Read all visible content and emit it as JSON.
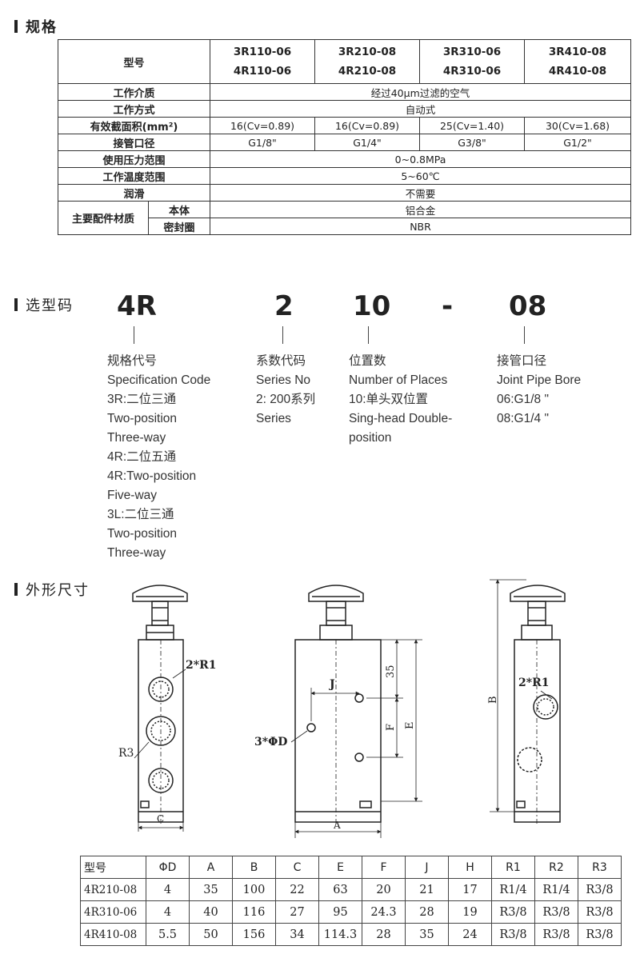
{
  "sections": {
    "spec": "规格",
    "selection": "选型码",
    "dimensions": "外形尺寸"
  },
  "spec_table": {
    "model_header": "型号",
    "models": [
      [
        "3R110-06",
        "4R110-06"
      ],
      [
        "3R210-08",
        "4R210-08"
      ],
      [
        "3R310-06",
        "4R310-06"
      ],
      [
        "3R410-08",
        "4R410-08"
      ]
    ],
    "rows": {
      "medium": {
        "label": "工作介质",
        "value": "经过40μm过滤的空气"
      },
      "mode": {
        "label": "工作方式",
        "value": "自动式"
      },
      "area": {
        "label": "有效截面积(mm²)",
        "values": [
          "16(Cv=0.89)",
          "16(Cv=0.89)",
          "25(Cv=1.40)",
          "30(Cv=1.68)"
        ]
      },
      "port": {
        "label": "接管口径",
        "values": [
          "G1/8\"",
          "G1/4\"",
          "G3/8\"",
          "G1/2\""
        ]
      },
      "pressure": {
        "label": "使用压力范围",
        "value": "0~0.8MPa"
      },
      "temperature": {
        "label": "工作温度范围",
        "value": "5~60℃"
      },
      "lubrication": {
        "label": "润滑",
        "value": "不需要"
      },
      "material": {
        "label": "主要配件材质",
        "body_label": "本体",
        "body_value": "铝合金",
        "seal_label": "密封圈",
        "seal_value": "NBR"
      }
    }
  },
  "selection_code": {
    "parts": [
      "4R",
      "2",
      "10",
      "-",
      "08"
    ],
    "col1": [
      "规格代号",
      "Specification Code",
      "3R:二位三通",
      "Two-position",
      "Three-way",
      "4R:二位五通",
      "4R:Two-position",
      "Five-way",
      "3L:二位三通",
      "Two-position",
      "Three-way"
    ],
    "col2": [
      "系数代码",
      "Series No",
      "2: 200系列",
      "Series"
    ],
    "col3": [
      "位置数",
      "Number of Places",
      "10:单头双位置",
      "Sing-head Double-",
      "position"
    ],
    "col4": [
      "接管口径",
      "Joint Pipe Bore",
      "06:G1/8 \"",
      "08:G1/4 \""
    ]
  },
  "drawing_labels": {
    "r1_left": "2*R1",
    "r3": "R3",
    "c": "C",
    "j": "J",
    "h35": "35",
    "f": "F",
    "e": "E",
    "d": "3*ΦD",
    "a": "A",
    "b": "B",
    "r1_right": "2*R1"
  },
  "dims_table": {
    "headers": [
      "型号",
      "ΦD",
      "A",
      "B",
      "C",
      "E",
      "F",
      "J",
      "H",
      "R1",
      "R2",
      "R3"
    ],
    "rows": [
      [
        "4R210-08",
        "4",
        "35",
        "100",
        "22",
        "63",
        "20",
        "21",
        "17",
        "R1/4",
        "R1/4",
        "R3/8"
      ],
      [
        "4R310-06",
        "4",
        "40",
        "116",
        "27",
        "95",
        "24.3",
        "28",
        "19",
        "R3/8",
        "R3/8",
        "R3/8"
      ],
      [
        "4R410-08",
        "5.5",
        "50",
        "156",
        "34",
        "114.3",
        "28",
        "35",
        "24",
        "R3/8",
        "R3/8",
        "R3/8"
      ]
    ]
  }
}
